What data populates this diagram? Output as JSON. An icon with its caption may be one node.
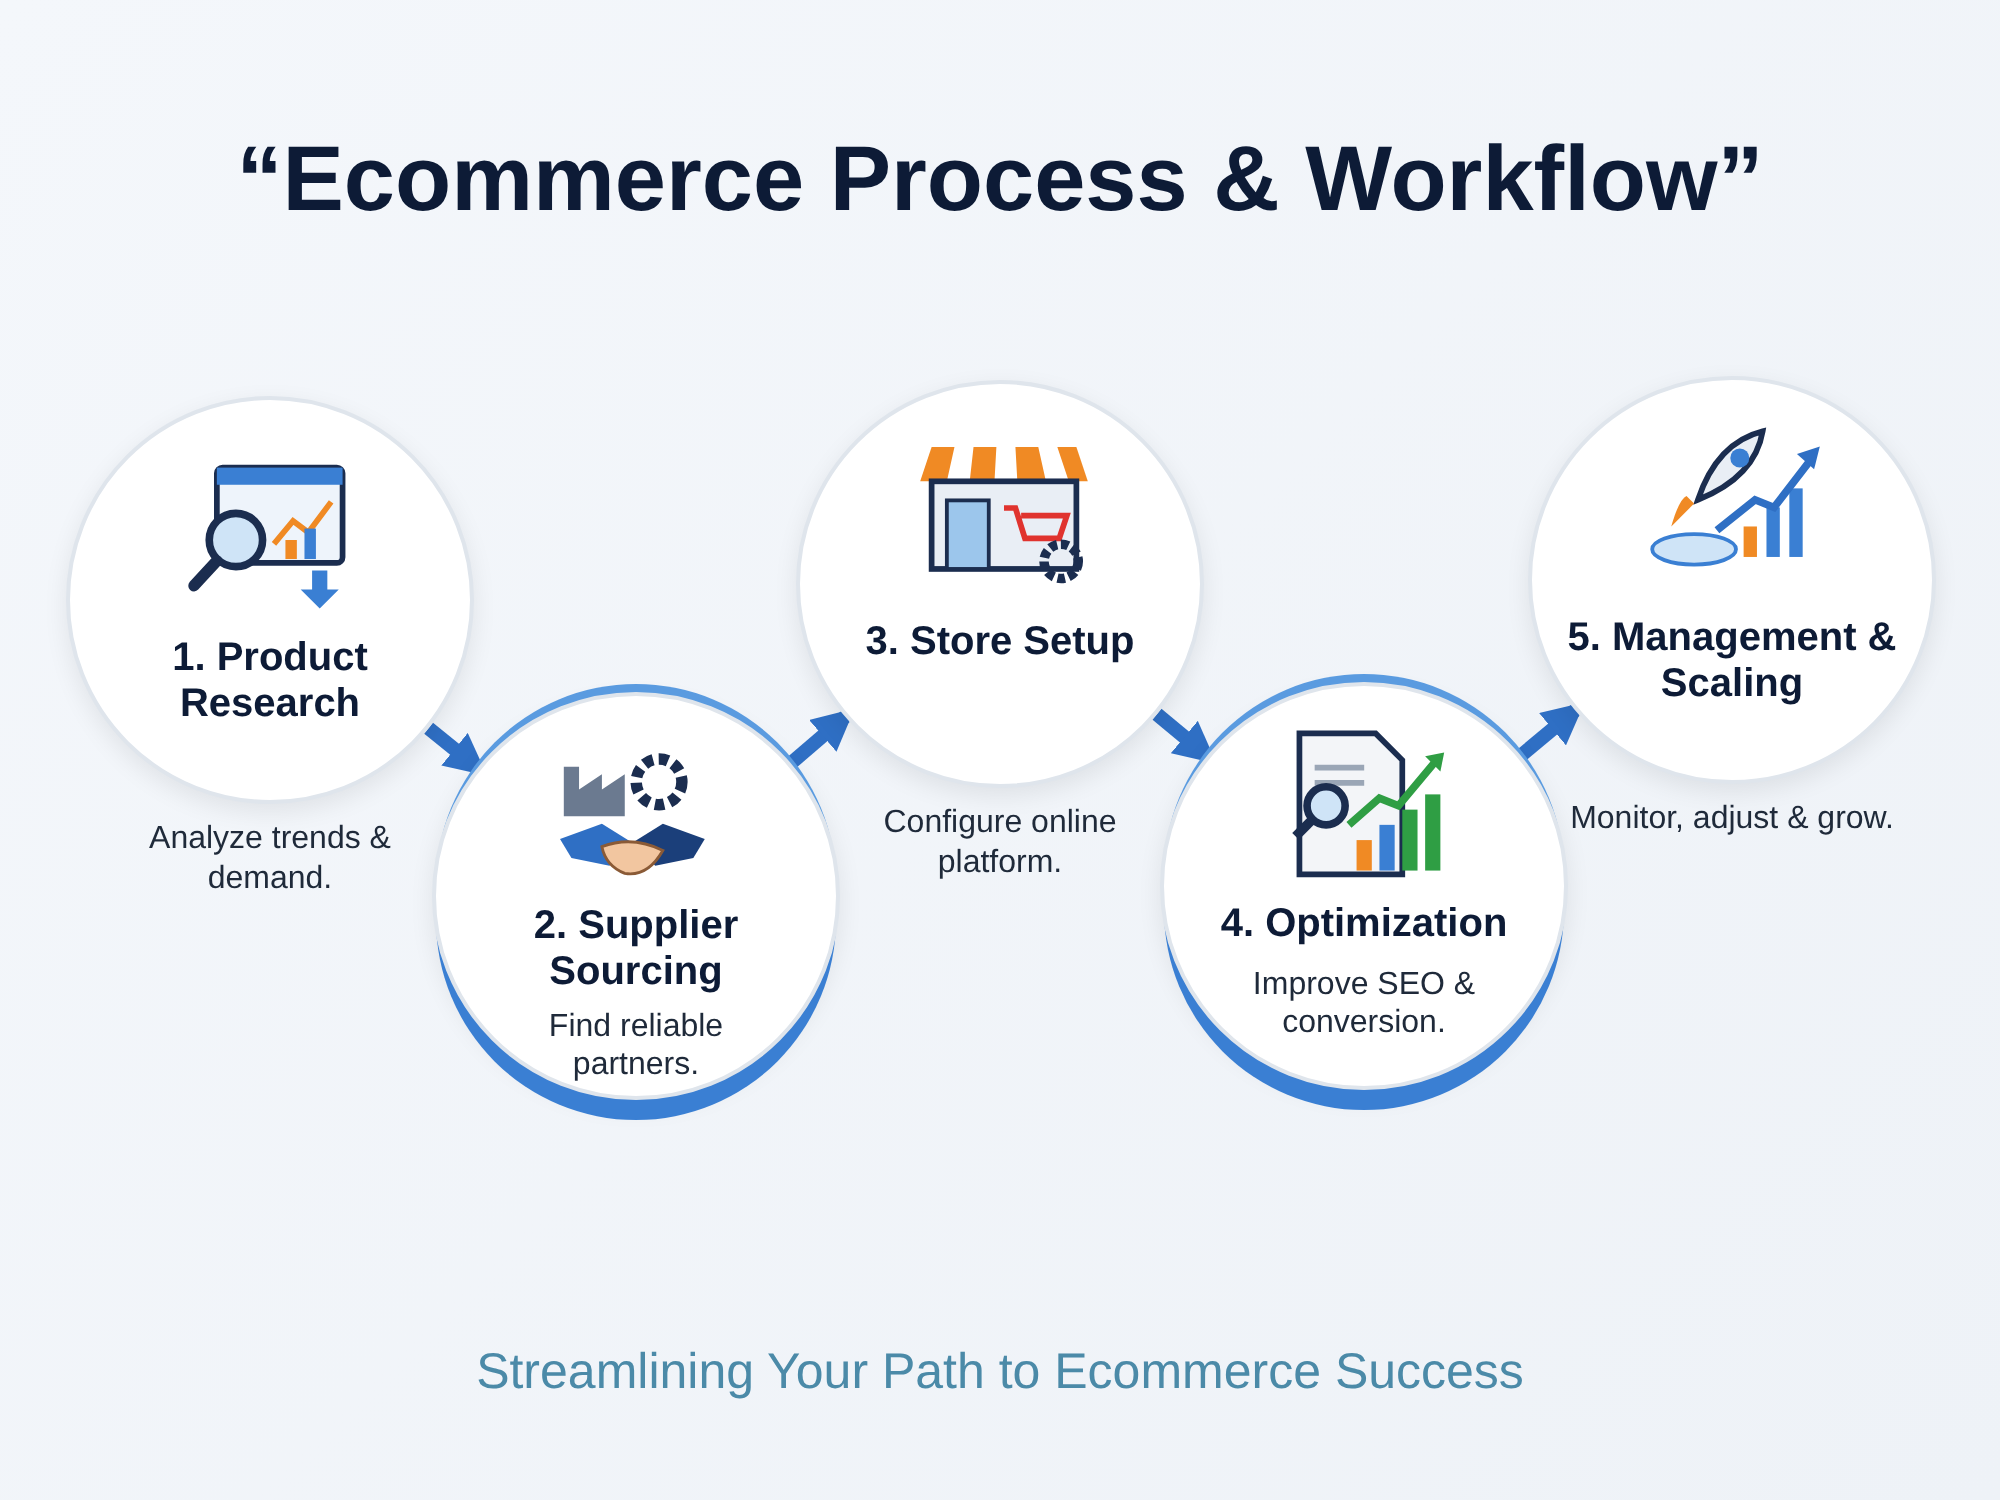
{
  "diagram": {
    "title": "“Ecommerce Process & Workflow”",
    "caption": "Streamlining Your Path to Ecommerce Success",
    "nodes": [
      {
        "text": [
          "1. Product Research"
        ],
        "beside": [
          "Analyze trends & demand."
        ]
      },
      {
        "text": [
          "2. Supplier Sourcing",
          "Find reliable partners."
        ]
      },
      {
        "text": [
          "3. Store Setup"
        ],
        "beside": [
          "Configure online platform."
        ]
      },
      {
        "text": [
          "4. Optimization",
          "Improve SEO & conversion."
        ]
      },
      {
        "text": [
          "5. Management & Scaling"
        ],
        "beside": [
          "Monitor, adjust & grow."
        ]
      }
    ],
    "edges": [
      {
        "from": 0,
        "to": 1,
        "arrow": "to"
      },
      {
        "from": 1,
        "to": 2,
        "arrow": "to"
      },
      {
        "from": 2,
        "to": 3,
        "arrow": "to"
      },
      {
        "from": 3,
        "to": 4,
        "arrow": "to"
      }
    ]
  }
}
